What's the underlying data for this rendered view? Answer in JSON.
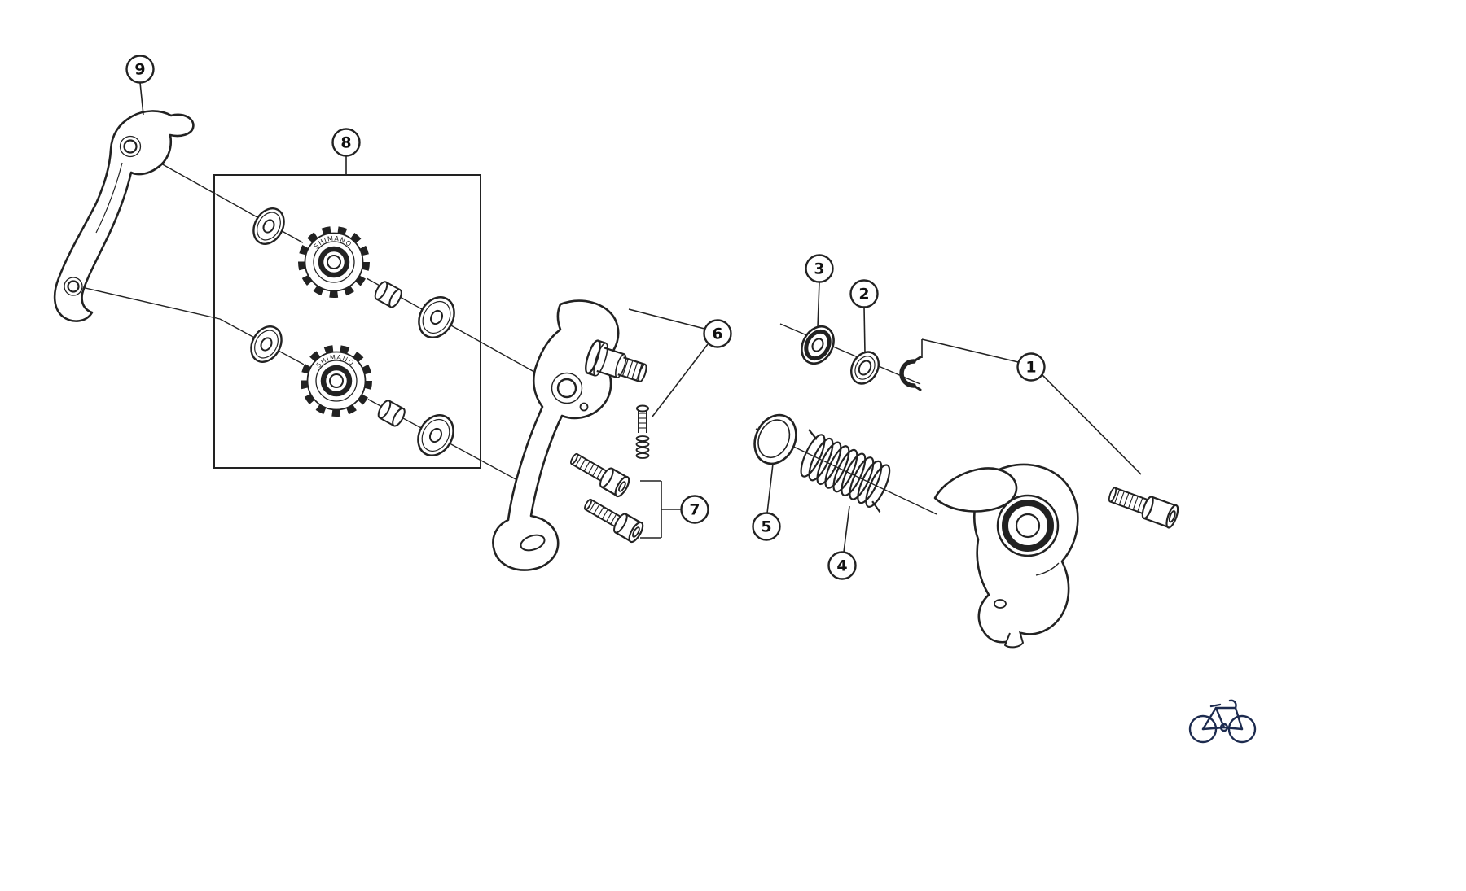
{
  "figure": {
    "background": "#ffffff",
    "line_color": "#222222",
    "logo_color": "#1d2b4f"
  },
  "callouts": {
    "c1": "1",
    "c2": "2",
    "c3": "3",
    "c4": "4",
    "c5": "5",
    "c6": "6",
    "c7": "7",
    "c8": "8",
    "c9": "9"
  },
  "pulley_brand": "SHIMANO"
}
